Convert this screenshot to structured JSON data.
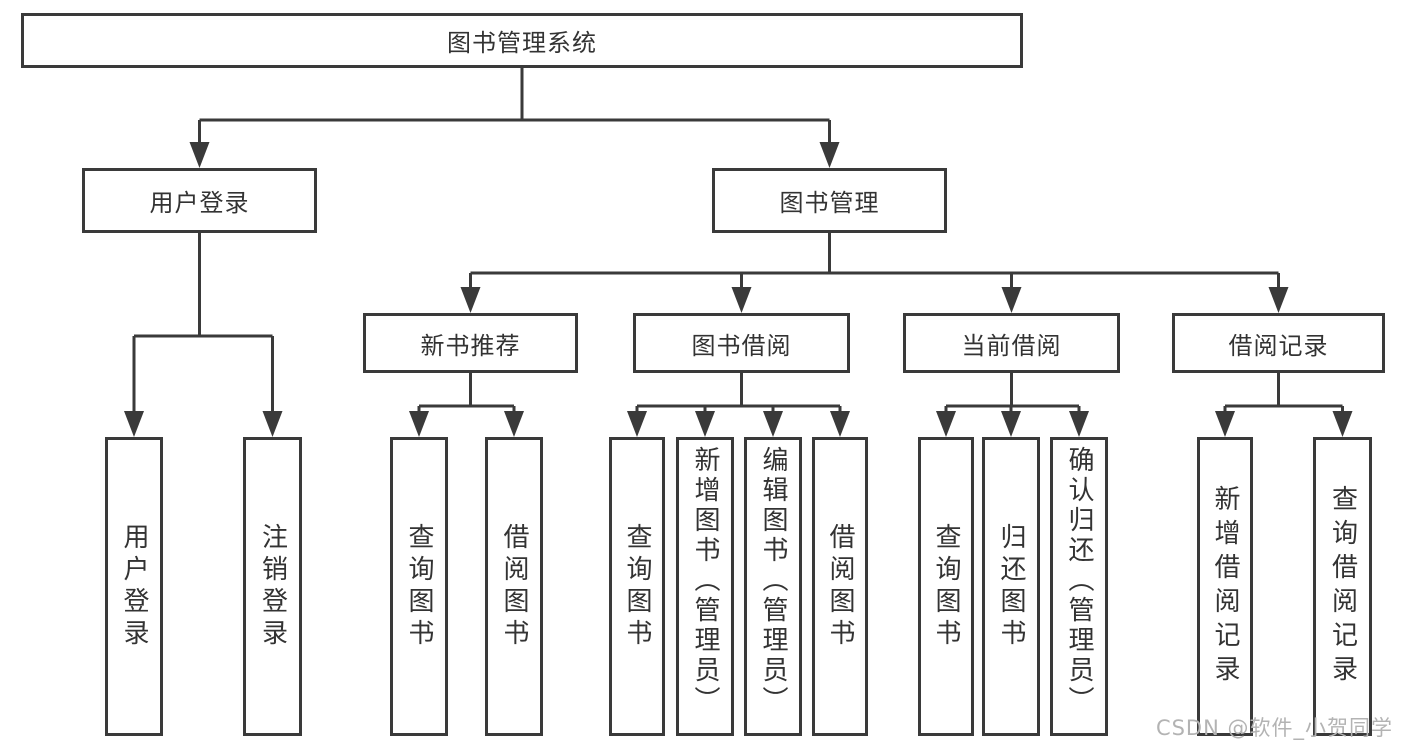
{
  "diagram": {
    "root": {
      "label": "图书管理系统"
    },
    "level2": [
      {
        "label": "用户登录"
      },
      {
        "label": "图书管理"
      }
    ],
    "level3": [
      {
        "label": "新书推荐"
      },
      {
        "label": "图书借阅"
      },
      {
        "label": "当前借阅"
      },
      {
        "label": "借阅记录"
      }
    ],
    "leaves": {
      "user_login": [
        "用户登录",
        "注销登录"
      ],
      "new_book_recommend": [
        "查询图书",
        "借阅图书"
      ],
      "book_borrow": [
        "查询图书",
        "新增图书（管理员）",
        "编辑图书（管理员）",
        "借阅图书"
      ],
      "current_borrow": [
        "查询图书",
        "归还图书",
        "确认归还（管理员）"
      ],
      "borrow_record": [
        "新增借阅记录",
        "查询借阅记录"
      ]
    }
  },
  "watermark": {
    "text": "CSDN @软件_小贺同学"
  },
  "colors": {
    "line": "#3a3a3a",
    "text": "#333333",
    "watermark": "#b3b3b3",
    "background": "#ffffff"
  }
}
